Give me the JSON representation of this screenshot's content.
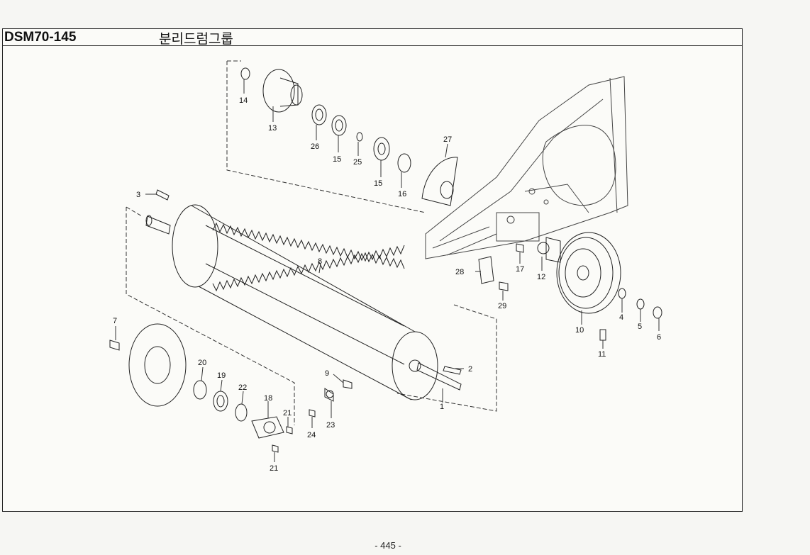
{
  "header": {
    "model_code": "DSM70-145",
    "group_name": "분리드럼그룹"
  },
  "footer": {
    "page_number": "- 445 -"
  },
  "callouts": [
    {
      "id": "c1",
      "text": "1"
    },
    {
      "id": "c2",
      "text": "2"
    },
    {
      "id": "c3",
      "text": "3"
    },
    {
      "id": "c4",
      "text": "4"
    },
    {
      "id": "c5",
      "text": "5"
    },
    {
      "id": "c6",
      "text": "6"
    },
    {
      "id": "c7",
      "text": "7"
    },
    {
      "id": "c8",
      "text": "8"
    },
    {
      "id": "c9",
      "text": "9"
    },
    {
      "id": "c10",
      "text": "10"
    },
    {
      "id": "c11",
      "text": "11"
    },
    {
      "id": "c12",
      "text": "12"
    },
    {
      "id": "c13",
      "text": "13"
    },
    {
      "id": "c14",
      "text": "14"
    },
    {
      "id": "c15a",
      "text": "15"
    },
    {
      "id": "c15b",
      "text": "15"
    },
    {
      "id": "c16",
      "text": "16"
    },
    {
      "id": "c17",
      "text": "17"
    },
    {
      "id": "c18",
      "text": "18"
    },
    {
      "id": "c19",
      "text": "19"
    },
    {
      "id": "c20",
      "text": "20"
    },
    {
      "id": "c21a",
      "text": "21"
    },
    {
      "id": "c21b",
      "text": "21"
    },
    {
      "id": "c22",
      "text": "22"
    },
    {
      "id": "c23",
      "text": "23"
    },
    {
      "id": "c24",
      "text": "24"
    },
    {
      "id": "c25",
      "text": "25"
    },
    {
      "id": "c26",
      "text": "26"
    },
    {
      "id": "c27",
      "text": "27"
    },
    {
      "id": "c28",
      "text": "28"
    },
    {
      "id": "c29",
      "text": "29"
    }
  ]
}
